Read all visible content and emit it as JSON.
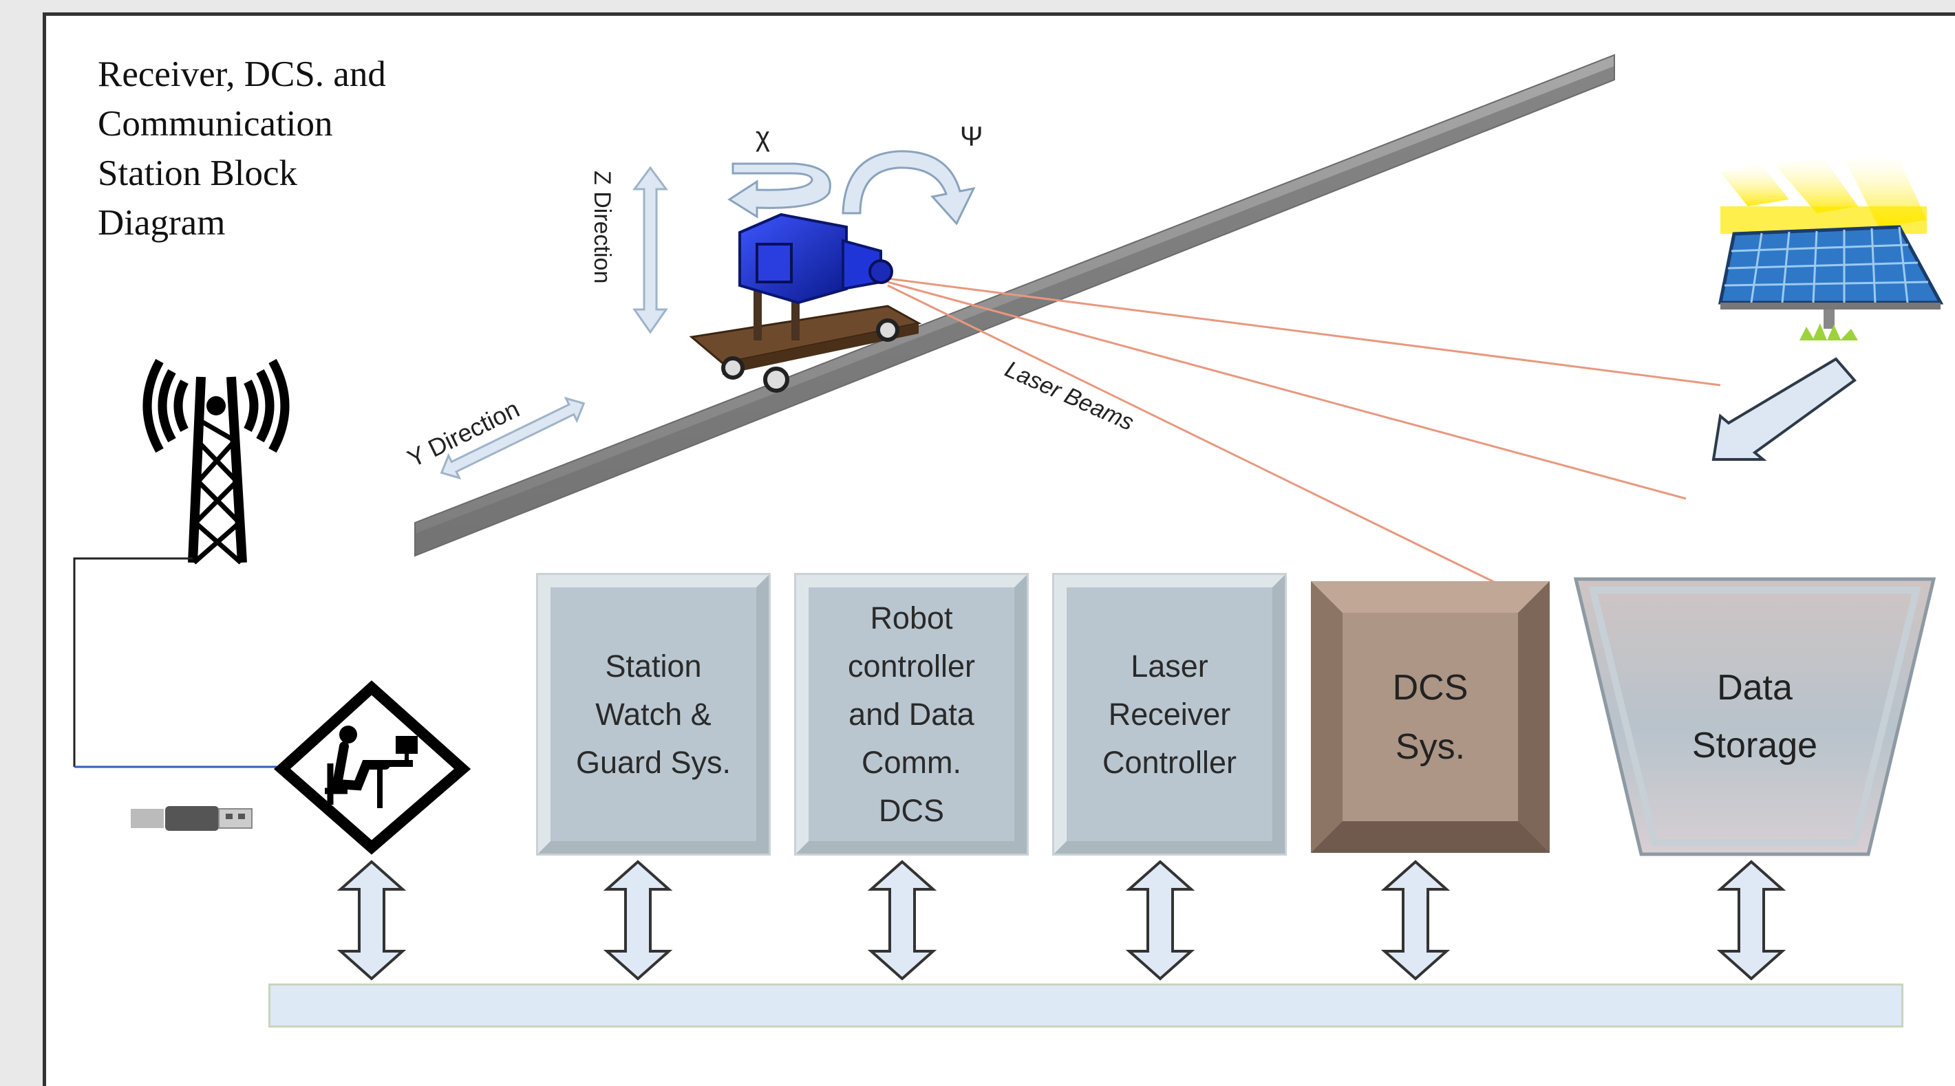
{
  "title_lines": [
    "Receiver, DCS. and",
    "Communication",
    "Station Block",
    "Diagram"
  ],
  "direction_labels": {
    "z": "Z Direction",
    "y": "Y Direction",
    "chi": "χ",
    "psi": "Ψ",
    "laser": "Laser Beams"
  },
  "blocks": {
    "station_watch": [
      "Station",
      "Watch &",
      "Guard Sys."
    ],
    "robot_controller": [
      "Robot",
      "controller",
      "and Data",
      "Comm.",
      "DCS"
    ],
    "laser_receiver": [
      "Laser",
      "Receiver",
      "Controller"
    ],
    "dcs": [
      "DCS",
      "Sys."
    ],
    "data_storage": [
      "Data",
      "Storage"
    ]
  },
  "colors": {
    "blue_block": "#b9c6cf",
    "brown_block": "#ad9686",
    "laser_line": "#e8987e",
    "rail": "#8c8c8c",
    "robot": "#1a2fc0",
    "bus": "#dde9f5"
  },
  "icons": [
    "antenna-tower-icon",
    "operator-workstation-icon",
    "usb-stick-icon",
    "solar-panel-icon",
    "robot-camera-icon"
  ]
}
